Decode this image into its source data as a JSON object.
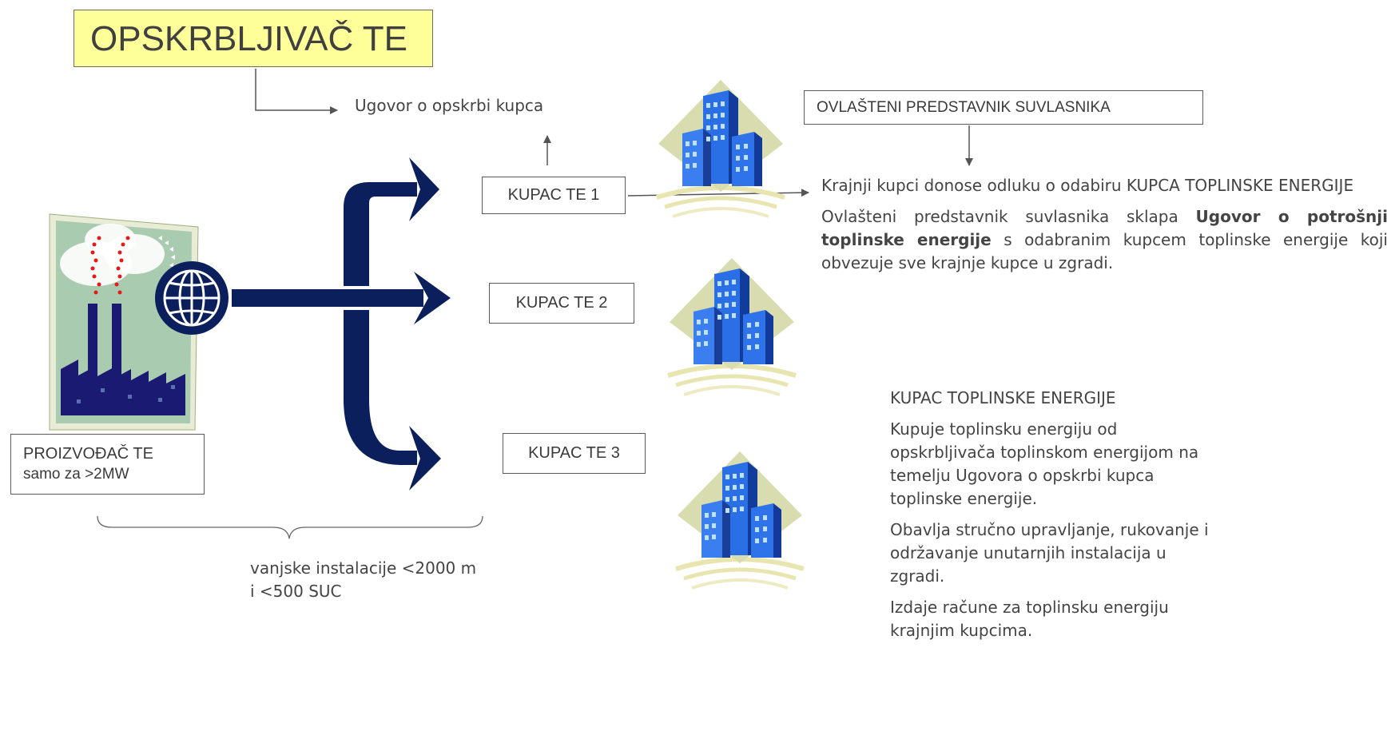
{
  "title": "OPSKRBLJIVAČ TE",
  "contract_label": "Ugovor o opskrbi kupca",
  "buyers": [
    "KUPAC TE 1",
    "KUPAC TE 2",
    "KUPAC TE 3"
  ],
  "producer": {
    "line1": "PROIZVOĐAČ TE",
    "line2": "samo za >2MW"
  },
  "external_install": {
    "line1": "vanjske instalacije <2000 m",
    "line2": "i <500 SUC"
  },
  "owner_rep": "OVLAŠTENI PREDSTAVNIK SUVLASNIKA",
  "end_customers_decide": "Krajnji kupci donose odluku o odabiru KUPCA TOPLINSKE ENERGIJE",
  "rep_contract": {
    "prefix": "Ovlašteni predstavnik suvlasnika sklapa",
    "bold": "Ugovor o potrošnji toplinske energije",
    "suffix": "s odabranim kupcem toplinske energije koji obvezuje sve krajnje kupce u zgradi."
  },
  "buyer_heading": "KUPAC TOPLINSKE ENERGIJE",
  "buyer_desc_1": "Kupuje toplinsku energiju od opskrbljivača toplinskom energijom na temelju Ugovora o opskrbi kupca toplinske energije.",
  "buyer_desc_2": "Obavlja stručno upravljanje, rukovanje i održavanje unutarnjih instalacija u zgradi.",
  "buyer_desc_3": "Izdaje račune za toplinsku energiju krajnjim kupcima.",
  "colors": {
    "arrow_navy": "#0b1f5c",
    "title_bg": "#ffff99",
    "building_blue": "#1e5fd8",
    "building_base": "#ece8b8"
  }
}
